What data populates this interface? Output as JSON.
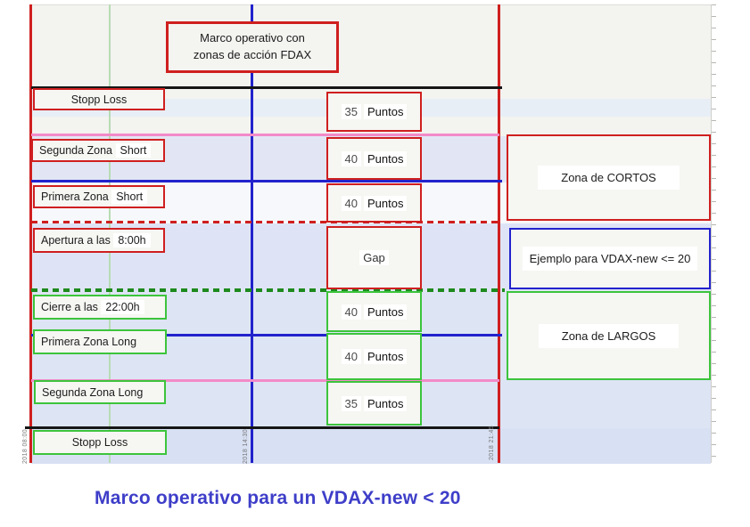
{
  "header_box": {
    "line1": "Marco operativo con",
    "line2": "zonas de acción FDAX"
  },
  "left_boxes": [
    {
      "label": "Stopp Loss",
      "value": ""
    },
    {
      "label": "Segunda Zona",
      "value": "Short"
    },
    {
      "label": "Primera Zona",
      "value": "Short"
    },
    {
      "label": "Apertura a las",
      "value": "8:00h"
    },
    {
      "label": "Cierre a las",
      "value": "22:00h"
    },
    {
      "label": "Primera Zona",
      "value": "Long"
    },
    {
      "label": "Segunda Zona",
      "value": "Long"
    },
    {
      "label": "Stopp Loss",
      "value": ""
    }
  ],
  "center_boxes": [
    {
      "value": "35",
      "unit": "Puntos"
    },
    {
      "value": "40",
      "unit": "Puntos"
    },
    {
      "value": "40",
      "unit": "Puntos"
    },
    {
      "value": "Gap",
      "unit": ""
    },
    {
      "value": "40",
      "unit": "Puntos"
    },
    {
      "value": "40",
      "unit": "Puntos"
    },
    {
      "value": "35",
      "unit": "Puntos"
    }
  ],
  "right_boxes": [
    {
      "label": "Zona de CORTOS"
    },
    {
      "label": "Ejemplo para VDAX-new <= 20"
    },
    {
      "label": "Zona de LARGOS"
    }
  ],
  "time_labels": [
    "2018 08:00",
    "2018 14:30",
    "2018 21:45"
  ],
  "caption": "Marco operativo para un VDAX-new < 20",
  "colors": {
    "short_accent": "#cf1f1f",
    "long_accent": "#3cc43c",
    "example_accent": "#2222cc",
    "pink_level": "#f28ac8",
    "stop_level": "#161616",
    "caption_text": "#3e3ec9"
  }
}
